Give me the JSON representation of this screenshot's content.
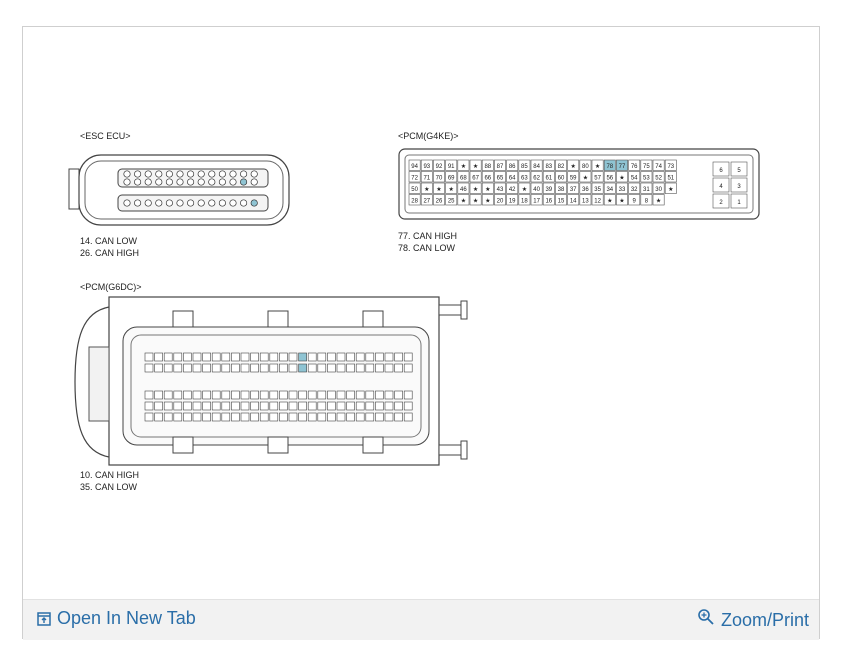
{
  "diagram": {
    "esc": {
      "title": "<ESC ECU>",
      "notes": [
        "14. CAN LOW",
        "26. CAN HIGH"
      ]
    },
    "pcm_g4ke": {
      "title": "<PCM(G4KE)>",
      "notes": [
        "77. CAN HIGH",
        "78. CAN LOW"
      ],
      "rows": [
        [
          "94",
          "93",
          "92",
          "91",
          "★",
          "★",
          "88",
          "87",
          "86",
          "85",
          "84",
          "83",
          "82",
          "★",
          "80",
          "★",
          "78",
          "77",
          "76",
          "75",
          "74",
          "73"
        ],
        [
          "72",
          "71",
          "70",
          "69",
          "68",
          "67",
          "66",
          "65",
          "64",
          "63",
          "62",
          "61",
          "60",
          "59",
          "★",
          "57",
          "56",
          "★",
          "54",
          "53",
          "52",
          "51"
        ],
        [
          "50",
          "★",
          "★",
          "★",
          "46",
          "★",
          "★",
          "43",
          "42",
          "★",
          "40",
          "39",
          "38",
          "37",
          "36",
          "35",
          "34",
          "33",
          "32",
          "31",
          "30",
          "★"
        ],
        [
          "28",
          "27",
          "26",
          "25",
          "★",
          "★",
          "★",
          "20",
          "19",
          "18",
          "17",
          "16",
          "15",
          "14",
          "13",
          "12",
          "★",
          "★",
          "9",
          "8",
          "★"
        ]
      ],
      "side": [
        [
          "6",
          "5"
        ],
        [
          "4",
          "3"
        ],
        [
          "2",
          "1"
        ]
      ],
      "highlight": [
        "78",
        "77"
      ]
    },
    "pcm_g6dc": {
      "title": "<PCM(G6DC)>",
      "notes": [
        "10. CAN HIGH",
        "35. CAN LOW"
      ]
    },
    "colors": {
      "highlight": "#8fc4d3",
      "line": "#444444",
      "link": "#2a6ea8"
    }
  },
  "footer": {
    "open_label": "Open In New Tab",
    "zoom_label": "Zoom/Print",
    "open_icon": "open-new-tab-icon",
    "zoom_icon": "zoom-icon"
  }
}
